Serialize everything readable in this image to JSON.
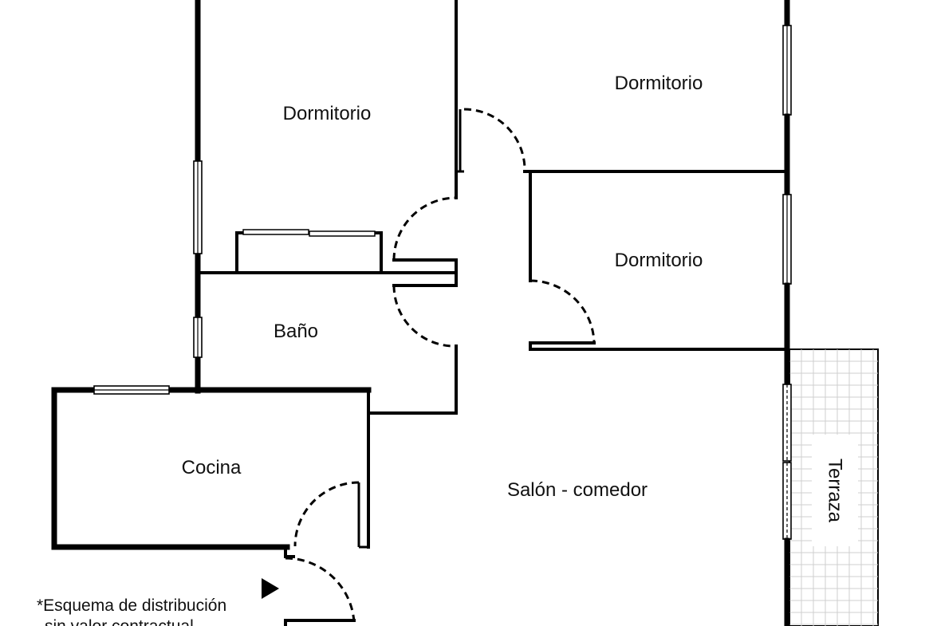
{
  "plan": {
    "rooms": {
      "dormitorio_1": "Dormitorio",
      "dormitorio_2": "Dormitorio",
      "dormitorio_3": "Dormitorio",
      "bano": "Baño",
      "cocina": "Cocina",
      "salon": "Salón - comedor",
      "terraza": "Terraza"
    },
    "note_line1": "*Esquema de distribución",
    "note_line2": "sin valor contractual"
  },
  "colors": {
    "walls": "#000000",
    "background": "#ffffff",
    "terrace_grid": "#cfcfcf"
  }
}
